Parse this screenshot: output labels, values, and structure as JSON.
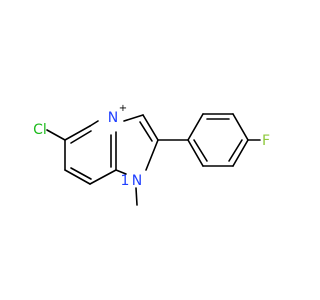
{
  "molecule": {
    "atoms": {
      "chlorine": {
        "symbol": "Cl",
        "color": "#1dbb1d"
      },
      "nitrogen_bridge": {
        "symbol": "N",
        "color": "#1f3fff"
      },
      "nitrogen_bridge_charge": "+",
      "nitrogen_methyl": {
        "symbol": "N",
        "color": "#1f3fff"
      },
      "nitrogen_methyl_number": "1",
      "fluorine": {
        "symbol": "F",
        "color": "#8ec93b"
      }
    },
    "bond_color": "#000000"
  }
}
